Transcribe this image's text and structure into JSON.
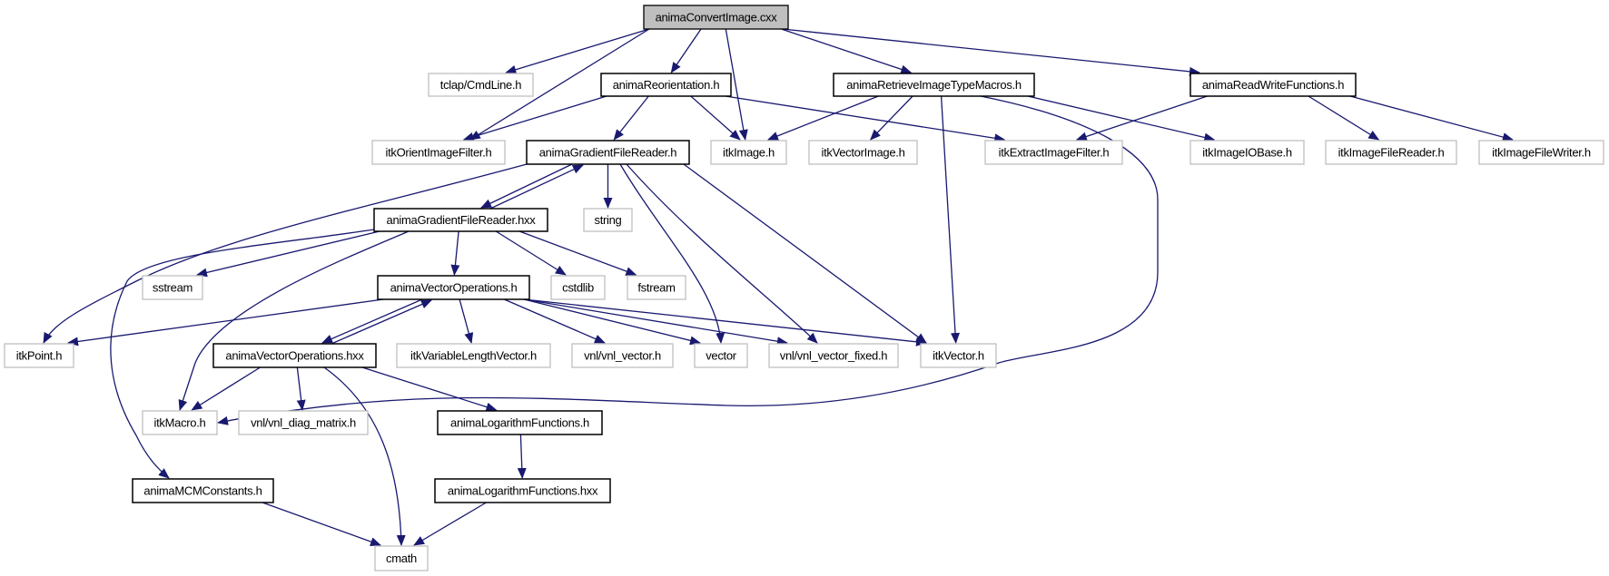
{
  "graph": {
    "title": "animaConvertImage.cxx include dependency graph",
    "edge_color": "#191970",
    "nodes": [
      {
        "id": "root",
        "label": "animaConvertImage.cxx",
        "kind": "root"
      },
      {
        "id": "tclap",
        "label": "tclap/CmdLine.h",
        "kind": "external"
      },
      {
        "id": "reorient",
        "label": "animaReorientation.h",
        "kind": "local"
      },
      {
        "id": "retrieve",
        "label": "animaRetrieveImageTypeMacros.h",
        "kind": "local"
      },
      {
        "id": "readwrite",
        "label": "animaReadWriteFunctions.h",
        "kind": "local"
      },
      {
        "id": "orient",
        "label": "itkOrientImageFilter.h",
        "kind": "external"
      },
      {
        "id": "gfr",
        "label": "animaGradientFileReader.h",
        "kind": "local"
      },
      {
        "id": "itkimage",
        "label": "itkImage.h",
        "kind": "external"
      },
      {
        "id": "vecimage",
        "label": "itkVectorImage.h",
        "kind": "external"
      },
      {
        "id": "extract",
        "label": "itkExtractImageFilter.h",
        "kind": "external"
      },
      {
        "id": "iobase",
        "label": "itkImageIOBase.h",
        "kind": "external"
      },
      {
        "id": "reader",
        "label": "itkImageFileReader.h",
        "kind": "external"
      },
      {
        "id": "writer",
        "label": "itkImageFileWriter.h",
        "kind": "external"
      },
      {
        "id": "gfrx",
        "label": "animaGradientFileReader.hxx",
        "kind": "local"
      },
      {
        "id": "string",
        "label": "string",
        "kind": "external"
      },
      {
        "id": "sstream",
        "label": "sstream",
        "kind": "external"
      },
      {
        "id": "vecops",
        "label": "animaVectorOperations.h",
        "kind": "local"
      },
      {
        "id": "cstdlib",
        "label": "cstdlib",
        "kind": "external"
      },
      {
        "id": "fstream",
        "label": "fstream",
        "kind": "external"
      },
      {
        "id": "point",
        "label": "itkPoint.h",
        "kind": "external"
      },
      {
        "id": "vecopsx",
        "label": "animaVectorOperations.hxx",
        "kind": "local"
      },
      {
        "id": "varlen",
        "label": "itkVariableLengthVector.h",
        "kind": "external"
      },
      {
        "id": "vnlvec",
        "label": "vnl/vnl_vector.h",
        "kind": "external"
      },
      {
        "id": "vector",
        "label": "vector",
        "kind": "external"
      },
      {
        "id": "vnlfixed",
        "label": "vnl/vnl_vector_fixed.h",
        "kind": "external"
      },
      {
        "id": "itkvector",
        "label": "itkVector.h",
        "kind": "external"
      },
      {
        "id": "macro",
        "label": "itkMacro.h",
        "kind": "external"
      },
      {
        "id": "diag",
        "label": "vnl/vnl_diag_matrix.h",
        "kind": "external"
      },
      {
        "id": "logf",
        "label": "animaLogarithmFunctions.h",
        "kind": "local"
      },
      {
        "id": "mcm",
        "label": "animaMCMConstants.h",
        "kind": "local"
      },
      {
        "id": "logfx",
        "label": "animaLogarithmFunctions.hxx",
        "kind": "local"
      },
      {
        "id": "cmath",
        "label": "cmath",
        "kind": "external"
      }
    ],
    "edges": [
      [
        "root",
        "tclap"
      ],
      [
        "root",
        "orient"
      ],
      [
        "root",
        "reorient"
      ],
      [
        "root",
        "itkimage"
      ],
      [
        "root",
        "retrieve"
      ],
      [
        "root",
        "readwrite"
      ],
      [
        "reorient",
        "orient"
      ],
      [
        "reorient",
        "gfr"
      ],
      [
        "reorient",
        "itkimage"
      ],
      [
        "reorient",
        "extract"
      ],
      [
        "retrieve",
        "itkimage"
      ],
      [
        "retrieve",
        "vecimage"
      ],
      [
        "retrieve",
        "iobase"
      ],
      [
        "retrieve",
        "itkvector"
      ],
      [
        "retrieve",
        "macro"
      ],
      [
        "readwrite",
        "extract"
      ],
      [
        "readwrite",
        "reader"
      ],
      [
        "readwrite",
        "writer"
      ],
      [
        "gfr",
        "point"
      ],
      [
        "gfr",
        "gfrx"
      ],
      [
        "gfr",
        "string"
      ],
      [
        "gfr",
        "vector"
      ],
      [
        "gfr",
        "vnlfixed"
      ],
      [
        "gfr",
        "itkvector"
      ],
      [
        "gfrx",
        "gfr"
      ],
      [
        "gfrx",
        "mcm"
      ],
      [
        "gfrx",
        "sstream"
      ],
      [
        "gfrx",
        "macro"
      ],
      [
        "gfrx",
        "vecops"
      ],
      [
        "gfrx",
        "cstdlib"
      ],
      [
        "gfrx",
        "fstream"
      ],
      [
        "vecops",
        "point"
      ],
      [
        "vecops",
        "vecopsx"
      ],
      [
        "vecops",
        "varlen"
      ],
      [
        "vecops",
        "vnlvec"
      ],
      [
        "vecops",
        "vector"
      ],
      [
        "vecops",
        "vnlfixed"
      ],
      [
        "vecops",
        "itkvector"
      ],
      [
        "vecopsx",
        "vecops"
      ],
      [
        "vecopsx",
        "macro"
      ],
      [
        "vecopsx",
        "diag"
      ],
      [
        "vecopsx",
        "cmath"
      ],
      [
        "vecopsx",
        "logf"
      ],
      [
        "logf",
        "logfx"
      ],
      [
        "logfx",
        "cmath"
      ],
      [
        "mcm",
        "cmath"
      ]
    ]
  }
}
